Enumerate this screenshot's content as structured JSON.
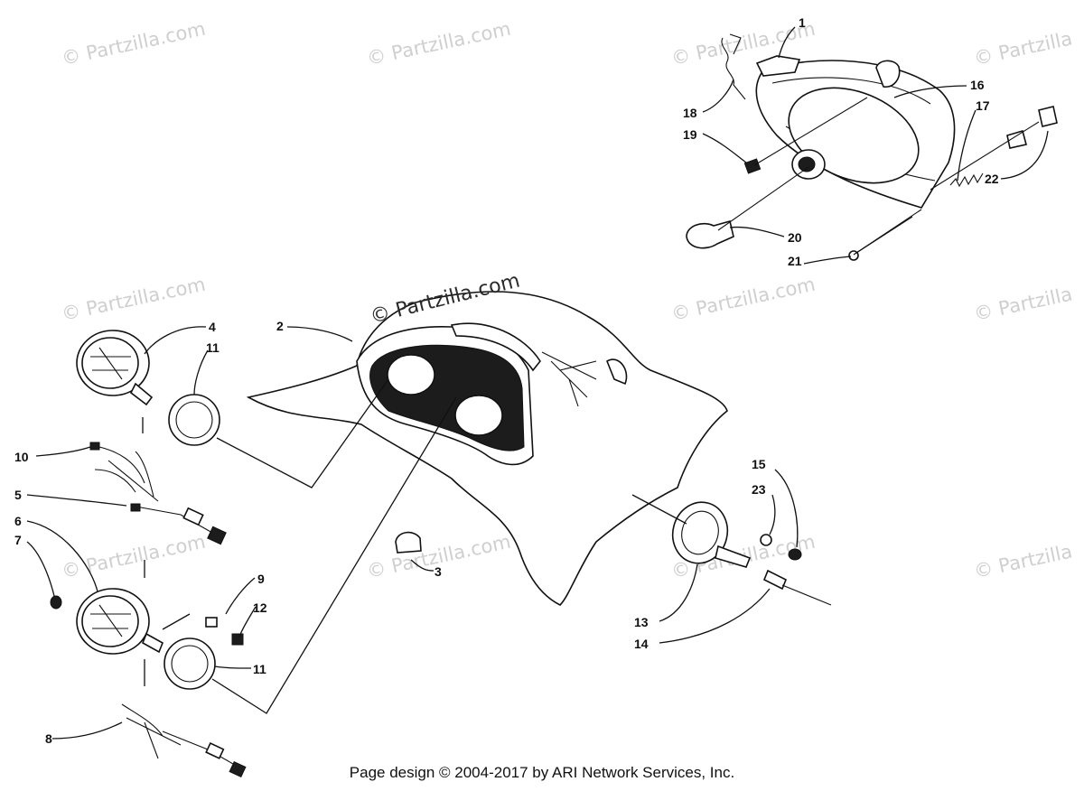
{
  "watermarks": [
    "© Partzilla.com",
    "© Partzilla.com",
    "© Partzilla.com",
    "© Partzilla",
    "© Partzilla.com",
    "© Partzilla.com",
    "© Partzilla",
    "© Partzilla.com",
    "© Partzilla.com",
    "© Partzilla.com",
    "© Partzilla"
  ],
  "center_watermark": "© Partzilla.com",
  "callouts": [
    "1",
    "2",
    "3",
    "4",
    "5",
    "6",
    "7",
    "8",
    "9",
    "10",
    "11",
    "11",
    "12",
    "13",
    "14",
    "15",
    "16",
    "17",
    "18",
    "19",
    "20",
    "21",
    "22",
    "23"
  ],
  "footer": "Page design © 2004-2017 by ARI Network Services, Inc."
}
